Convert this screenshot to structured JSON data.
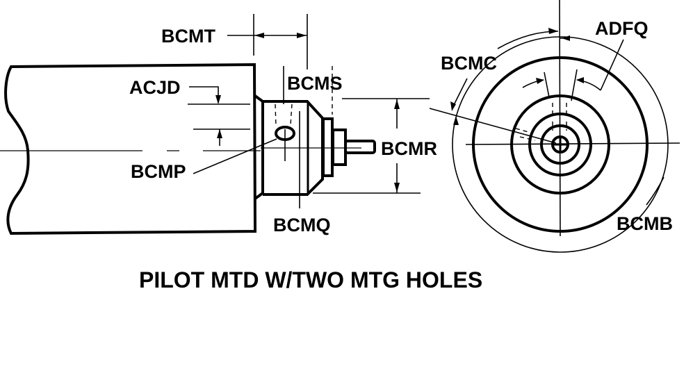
{
  "diagram": {
    "title": "PILOT MTD W/TWO MTG HOLES",
    "side_view_labels": {
      "bcmt": "BCMT",
      "acjd": "ACJD",
      "bcms": "BCMS",
      "bcmp": "BCMP",
      "bcmr": "BCMR",
      "bcmq": "BCMQ"
    },
    "end_view_labels": {
      "adfq": "ADFQ",
      "bcmc": "BCMC",
      "bcmb": "BCMB"
    },
    "colors": {
      "ink": "#000000",
      "background": "#ffffff"
    }
  }
}
